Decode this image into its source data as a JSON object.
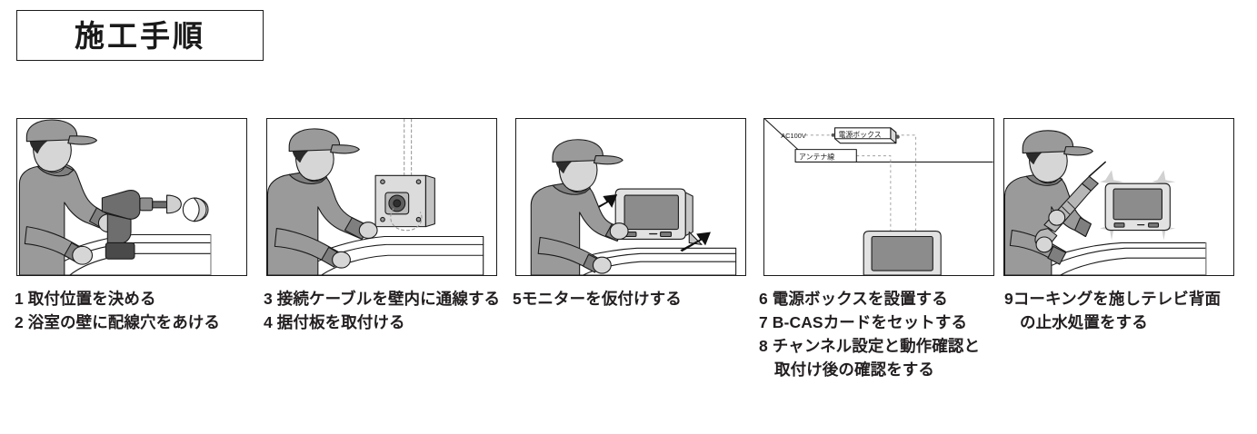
{
  "page": {
    "title": "施工手順",
    "language": "ja"
  },
  "colors": {
    "ink": "#1a1a1a",
    "mid_grey": "#9a9a9a",
    "dark_grey": "#6e6e6e",
    "light_grey": "#d6d6d6",
    "screen_grey": "#8c8c8c",
    "background": "#ffffff"
  },
  "panels": [
    {
      "id": "panel-1",
      "alt": "作業者が電動ドリルで穴をあけている図",
      "labels": []
    },
    {
      "id": "panel-2",
      "alt": "作業者が据付板を壁に取付けている図",
      "labels": []
    },
    {
      "id": "panel-3",
      "alt": "作業者がモニターを仮付けしている図",
      "labels": []
    },
    {
      "id": "panel-4",
      "alt": "電源ボックスとアンテナ線の配線図",
      "labels": [
        {
          "name": "ac-power-label",
          "text": "AC100V"
        },
        {
          "name": "power-box-label",
          "text": "電源ボックス"
        },
        {
          "name": "antenna-cable-label",
          "text": "アンテナ線"
        }
      ]
    },
    {
      "id": "panel-5",
      "alt": "作業者がコーキングで止水処置をしている図",
      "labels": []
    }
  ],
  "captions": [
    {
      "column": 1,
      "lines": [
        {
          "text": "1 取付位置を決める",
          "indent": false
        },
        {
          "text": "2 浴室の壁に配線穴をあける",
          "indent": false
        }
      ]
    },
    {
      "column": 2,
      "lines": [
        {
          "text": "3 接続ケーブルを壁内に通線する",
          "indent": false
        },
        {
          "text": "4 据付板を取付ける",
          "indent": false
        }
      ]
    },
    {
      "column": 3,
      "lines": [
        {
          "text": "5モニターを仮付けする",
          "indent": false
        }
      ]
    },
    {
      "column": 4,
      "lines": [
        {
          "text": "6 電源ボックスを設置する",
          "indent": false
        },
        {
          "text": "7 B-CASカードをセットする",
          "indent": false
        },
        {
          "text": "8 チャンネル設定と動作確認と",
          "indent": false
        },
        {
          "text": "取付け後の確認をする",
          "indent": true
        }
      ]
    },
    {
      "column": 5,
      "lines": [
        {
          "text": "9コーキングを施しテレビ背面",
          "indent": false
        },
        {
          "text": "の止水処置をする",
          "indent": true
        }
      ]
    }
  ]
}
